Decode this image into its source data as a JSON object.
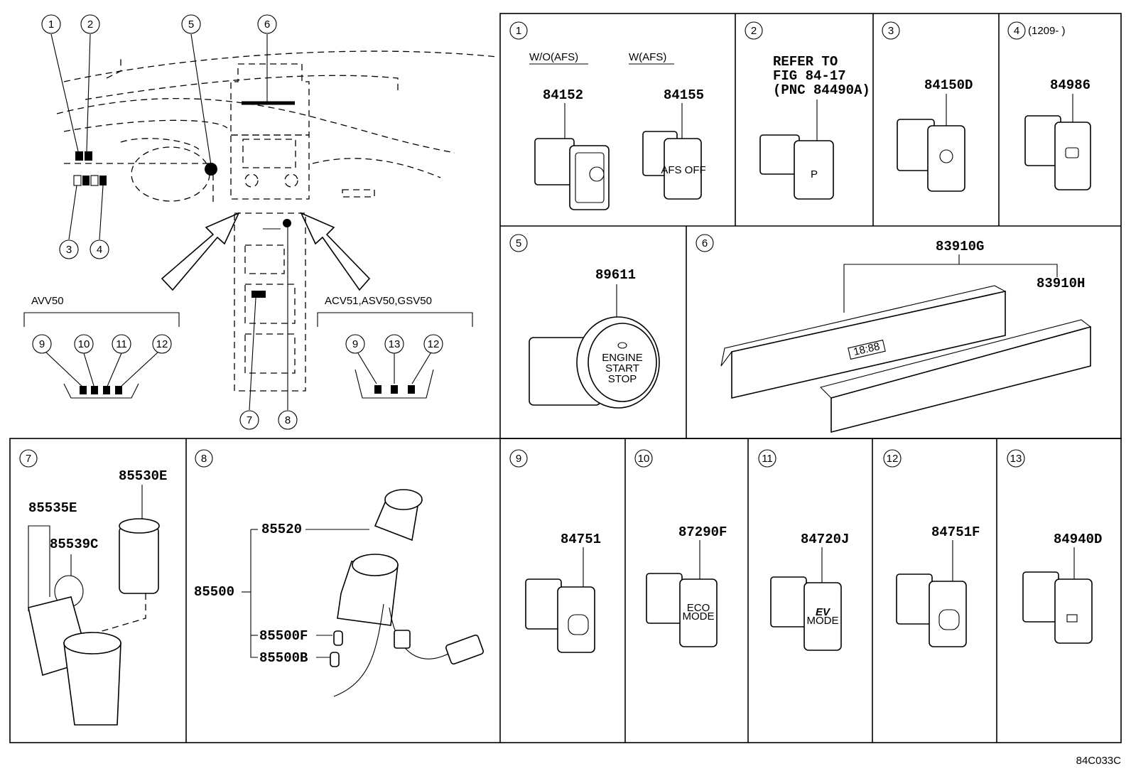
{
  "overview": {
    "callouts": [
      "1",
      "2",
      "3",
      "4",
      "5",
      "6",
      "7",
      "8"
    ],
    "avv50_label": "AVV50",
    "avv50_callouts": [
      "9",
      "10",
      "11",
      "12"
    ],
    "acv51_label": "ACV51,ASV50,GSV50",
    "acv51_callouts": [
      "9",
      "13",
      "12"
    ]
  },
  "panels": {
    "p1": {
      "num": "1",
      "wo_label": "W/O(AFS)",
      "w_label": "W(AFS)",
      "part_a": "84152",
      "part_b": "84155",
      "afs_text": "AFS OFF"
    },
    "p2": {
      "num": "2",
      "refer_line1": "REFER TO",
      "refer_line2": "FIG 84-17",
      "refer_line3": "(PNC 84490A)"
    },
    "p3": {
      "num": "3",
      "part": "84150D"
    },
    "p4": {
      "num": "4",
      "date": "(1209-      )",
      "part": "84986"
    },
    "p5": {
      "num": "5",
      "part": "89611",
      "btn1": "ENGINE",
      "btn2": "START",
      "btn3": "STOP"
    },
    "p6": {
      "num": "6",
      "part_a": "83910G",
      "part_b": "83910H",
      "display": "18:88"
    },
    "p7": {
      "num": "7",
      "part_a": "85530E",
      "part_b": "85535E",
      "part_c": "85539C"
    },
    "p8": {
      "num": "8",
      "part_a": "85520",
      "part_b": "85500",
      "part_c": "85500F",
      "part_d": "85500B"
    },
    "p9": {
      "num": "9",
      "part": "84751"
    },
    "p10": {
      "num": "10",
      "part": "87290F",
      "eco": "ECO",
      "mode": "MODE"
    },
    "p11": {
      "num": "11",
      "part": "84720J",
      "ev": "EV",
      "mode": "MODE"
    },
    "p12": {
      "num": "12",
      "part": "84751F"
    },
    "p13": {
      "num": "13",
      "part": "84940D"
    }
  },
  "footer_code": "84C033C"
}
